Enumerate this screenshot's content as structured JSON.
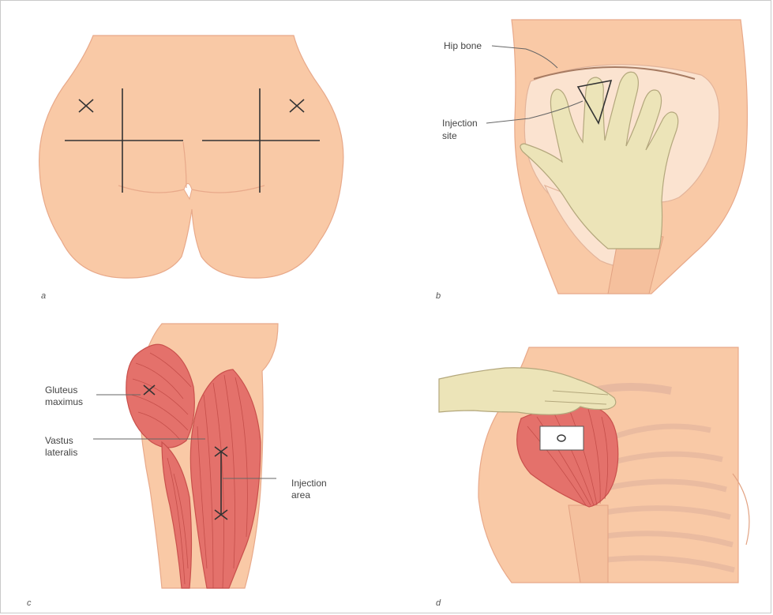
{
  "panels": {
    "a": {
      "letter": "a"
    },
    "b": {
      "letter": "b",
      "label_hip_bone": "Hip bone",
      "label_injection_site_1": "Injection",
      "label_injection_site_2": "site"
    },
    "c": {
      "letter": "c",
      "label_gluteus_1": "Gluteus",
      "label_gluteus_2": "maximus",
      "label_vastus_1": "Vastus",
      "label_vastus_2": "lateralis",
      "label_injection_area_1": "Injection",
      "label_injection_area_2": "area"
    },
    "d": {
      "letter": "d"
    }
  },
  "colors": {
    "skin": "#f9c9a6",
    "muscle": "#e4716b",
    "glove": "#ece4b8",
    "bone": "#fbe3d0"
  }
}
